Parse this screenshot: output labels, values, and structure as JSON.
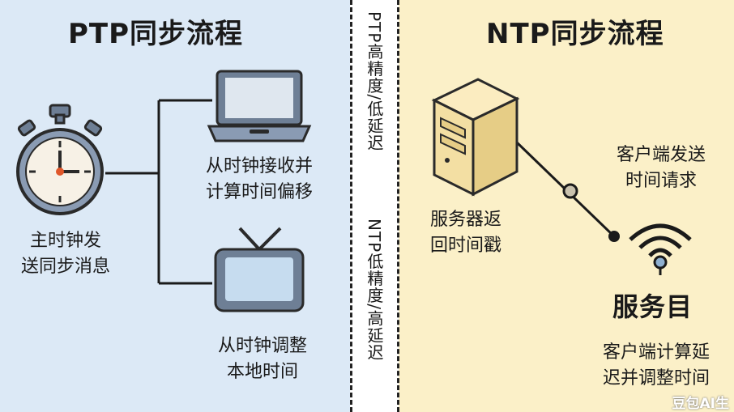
{
  "ptp": {
    "title": "PTP同步流程",
    "master_label": "主时钟发\n送同步消息",
    "laptop_label": "从时钟接收并\n计算时间偏移",
    "monitor_label": "从时钟调整\n本地时间"
  },
  "middle": {
    "ptp_note": "PTP高精度/低延迟",
    "ntp_note": "NTP低精度/高延迟"
  },
  "ntp": {
    "title": "NTP同步流程",
    "server_label": "服务器返\n回时间戳",
    "client_request_label": "客户端发送\n时间请求",
    "service_label": "服务目",
    "client_calc_label": "客户端计算延\n迟并调整时间"
  },
  "watermark": "豆包AI生",
  "colors": {
    "left_bg": "#dce9f6",
    "right_bg": "#fbf0c8",
    "line": "#1a1a1a",
    "clock_hand": "#e0572a"
  }
}
